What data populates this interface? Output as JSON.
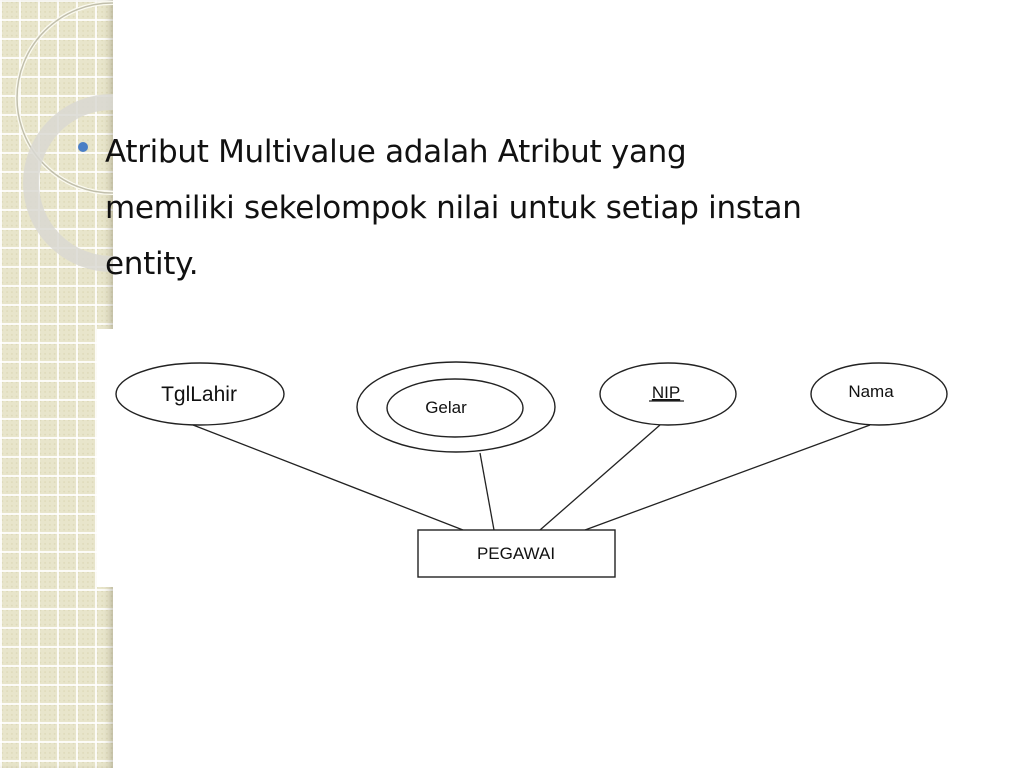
{
  "slide": {
    "bullets": [
      {
        "text": "Atribut Multivalue adalah Atribut yang memiliki sekelompok nilai untuk setiap instan entity.",
        "lines": [
          "Atribut Multivalue adalah Atribut yang",
          "memiliki sekelompok nilai untuk setiap instan",
          "entity."
        ]
      }
    ],
    "colors": {
      "bullet": "#4a7fc6",
      "sidebar": "#e8e5cb",
      "text": "#111111"
    }
  },
  "diagram": {
    "type": "er-diagram",
    "entity": {
      "label": "PEGAWAI"
    },
    "attributes": [
      {
        "label": "TglLahir",
        "kind": "simple"
      },
      {
        "label": "Gelar",
        "kind": "multivalue"
      },
      {
        "label": "NIP",
        "kind": "key"
      },
      {
        "label": "Nama",
        "kind": "simple"
      }
    ]
  }
}
